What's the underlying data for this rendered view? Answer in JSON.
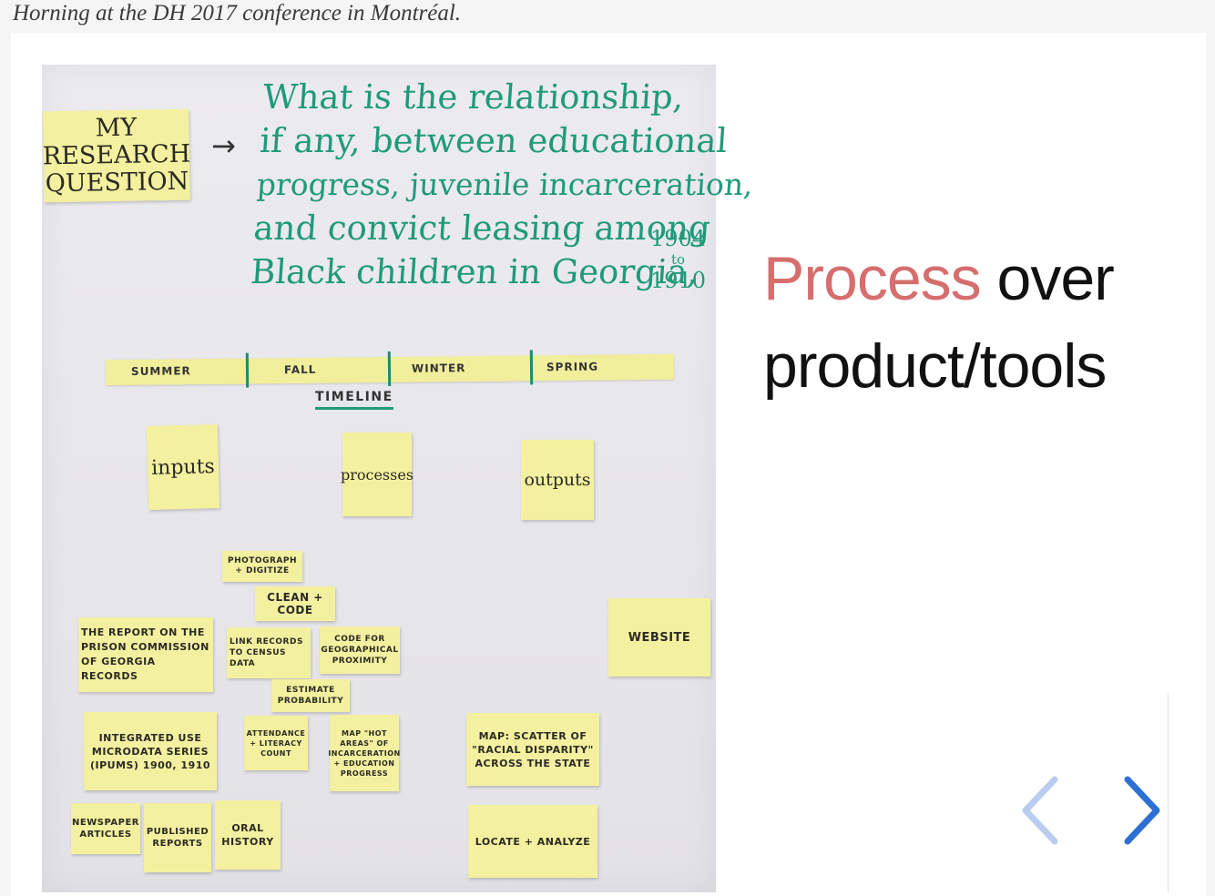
{
  "caption": "Horning at the DH 2017 conference in Montréal.",
  "poster": {
    "research_note": [
      "MY",
      "RESEARCH",
      "QUESTION"
    ],
    "arrow": "→",
    "question_lines": [
      "What is the relationship,",
      "if any, between educational",
      "progress, juvenile incarceration,",
      "and convict leasing among",
      "Black children in Georgia,"
    ],
    "years": [
      "1904",
      "to",
      "1910"
    ],
    "seasons": [
      "SUMMER",
      "FALL",
      "WINTER",
      "SPRING"
    ],
    "timeline_label": "TIMELINE",
    "stages": [
      "inputs",
      "processes",
      "outputs"
    ],
    "notes": {
      "photograph": "PHOTOGRAPH + DIGITIZE",
      "clean": "CLEAN + CODE",
      "prison": "THE REPORT ON THE PRISON COMMISSION OF GEORGIA RECORDS",
      "link": "LINK RECORDS TO CENSUS DATA",
      "geo": "CODE FOR GEOGRAPHICAL PROXIMITY",
      "website": "WEBSITE",
      "estimate": "ESTIMATE PROBABILITY",
      "ipums": "INTEGRATED USE MICRODATA SERIES (IPUMS) 1900, 1910",
      "attendance": "ATTENDANCE + LITERACY COUNT",
      "hotmap": "MAP \"HOT AREAS\" OF INCARCERATION + EDUCATION PROGRESS",
      "scatter": "MAP: SCATTER OF \"RACIAL DISPARITY\" ACROSS THE STATE",
      "newspaper": "NEWSPAPER ARTICLES",
      "published": "PUBLISHED REPORTS",
      "oral": "ORAL HISTORY",
      "locate": "LOCATE + ANALYZE"
    }
  },
  "headline": {
    "accent_word": "Process",
    "rest_line1": " over",
    "line2": "product/tools"
  },
  "nav": {
    "prev_icon": "chevron-left-icon",
    "next_icon": "chevron-right-icon"
  },
  "colors": {
    "accent": "#d66e6e",
    "nav_prev": "#b9cdf0",
    "nav_next": "#2d6fd3",
    "marker_green": "#1f9a7a",
    "sticky_note": "#f3f0a0"
  }
}
